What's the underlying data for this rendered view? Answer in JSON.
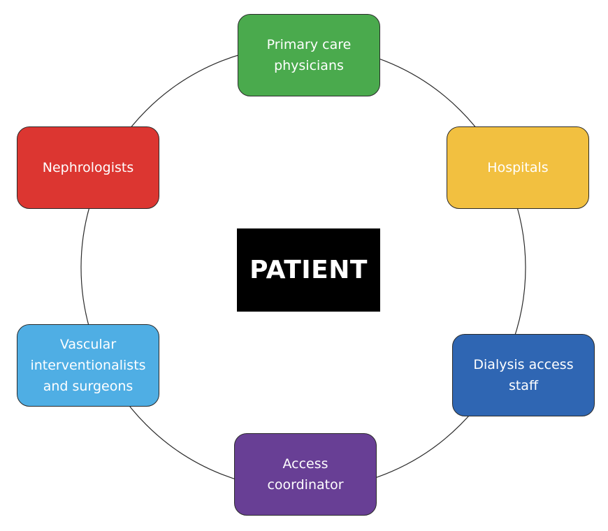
{
  "center": {
    "label": "PATIENT"
  },
  "nodes": {
    "primary_care": {
      "line1": "Primary care",
      "line2": "physicians",
      "color": "#4aaa4d"
    },
    "hospitals": {
      "line1": "Hospitals",
      "color": "#f2c040"
    },
    "dialysis_staff": {
      "line1": "Dialysis access",
      "line2": "staff",
      "color": "#2f66b3"
    },
    "access_coordinator": {
      "line1": "Access",
      "line2": "coordinator",
      "color": "#683f95"
    },
    "vascular": {
      "line1": "Vascular",
      "line2": "interventionalists",
      "line3": "and surgeons",
      "color": "#4faee4"
    },
    "nephrologists": {
      "line1": "Nephrologists",
      "color": "#dc3631"
    }
  }
}
